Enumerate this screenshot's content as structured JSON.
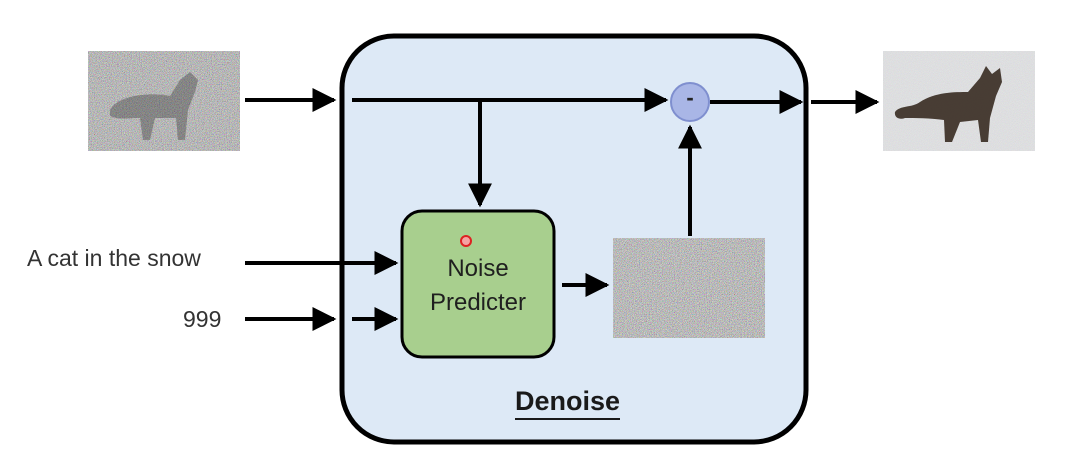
{
  "inputs": {
    "text_prompt": "A cat in the snow",
    "step": "999"
  },
  "block": {
    "title": "Denoise",
    "predictor_line1": "Noise",
    "predictor_line2": "Predicter",
    "subtract_symbol": "-"
  },
  "images": {
    "input": "noisy-cat-image",
    "predicted_noise": "noise-image",
    "output": "denoised-cat-image"
  },
  "colors": {
    "block_fill": "#dde9f6",
    "predictor_fill": "#a8cf8e",
    "predictor_stroke": "#5b8f3a",
    "subtract_fill": "#a9b6e6",
    "arrow": "#000000"
  }
}
